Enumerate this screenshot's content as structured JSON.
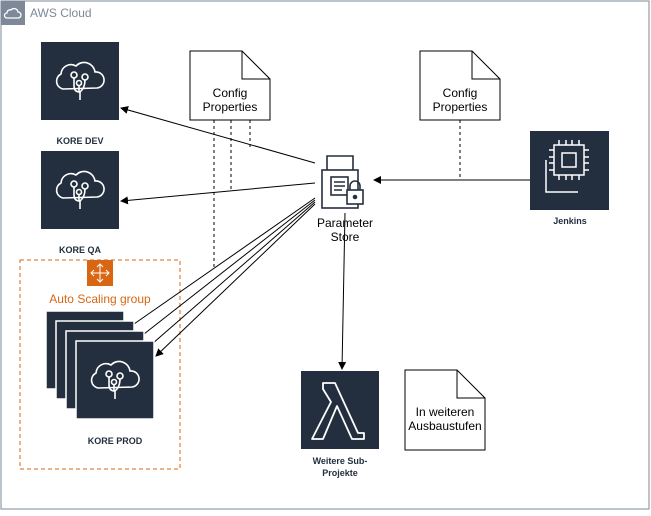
{
  "cloud": {
    "title": "AWS Cloud",
    "icon": "cloud-icon"
  },
  "colors": {
    "service_tile": "#232f3e",
    "cloud_border": "#7d8998",
    "asg_accent": "#d86613",
    "arrow": "#000000"
  },
  "nodes": {
    "kore_dev": {
      "label": "KORE DEV",
      "icon": "elastic-beanstalk-tree-icon"
    },
    "kore_qa": {
      "label": "KORE QA",
      "icon": "elastic-beanstalk-tree-icon"
    },
    "kore_prod": {
      "label": "KORE PROD",
      "icon": "elastic-beanstalk-tree-icon"
    },
    "auto_scaling": {
      "label": "Auto Scaling group",
      "icon": "auto-scaling-icon"
    },
    "parameter_store": {
      "line1": "Parameter",
      "line2": "Store",
      "icon": "parameter-store-icon"
    },
    "jenkins": {
      "label": "Jenkins",
      "icon": "ec2-instance-chip-icon"
    },
    "sub_projects": {
      "line1": "Weitere Sub-",
      "line2": "Projekte",
      "icon": "lambda-icon"
    },
    "config_left": {
      "line1": "Config",
      "line2": "Properties"
    },
    "config_right": {
      "line1": "Config",
      "line2": "Properties"
    },
    "future_note": {
      "line1": "In weiteren",
      "line2": "Ausbaustufen"
    }
  }
}
